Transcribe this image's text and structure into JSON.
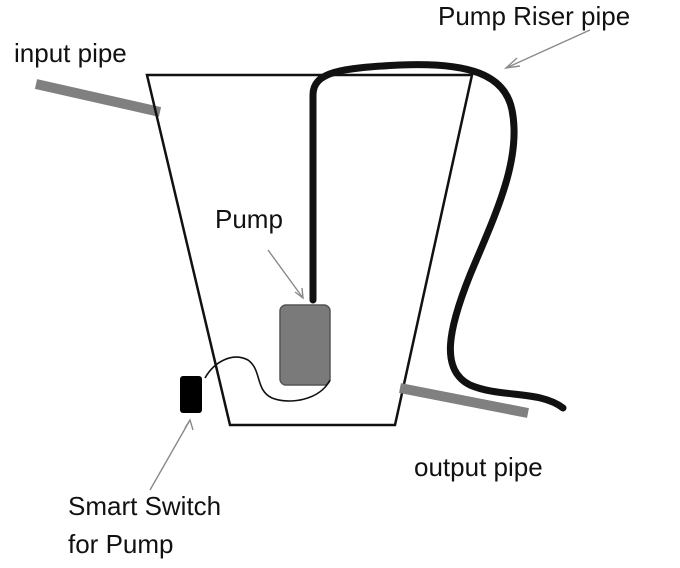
{
  "labels": {
    "input_pipe": "input pipe",
    "pump_riser_pipe": "Pump Riser pipe",
    "pump": "Pump",
    "output_pipe": "output pipe",
    "smart_switch_line1": "Smart Switch",
    "smart_switch_line2": "for Pump"
  },
  "colors": {
    "outline": "#111111",
    "pipe_grey": "#808080",
    "pump_fill": "#7a7a7a",
    "switch_fill": "#000000",
    "arrow": "#8a8a8a",
    "background": "#ffffff"
  }
}
